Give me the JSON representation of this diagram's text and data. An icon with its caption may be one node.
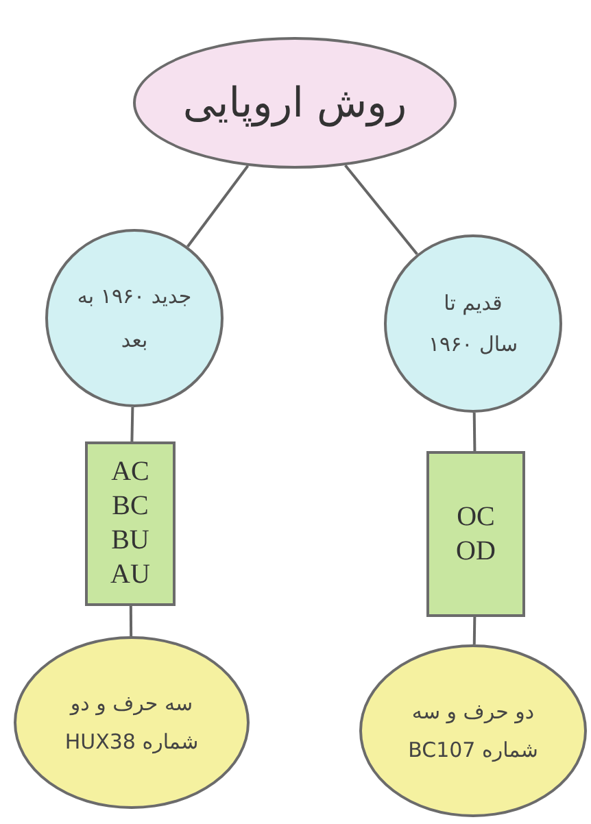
{
  "diagram": {
    "nodes": [
      {
        "text": [
          "روش اروپایی"
        ]
      },
      {
        "text": [
          "جدید ۱۹۶۰ به بعد"
        ]
      },
      {
        "text": [
          "قدیم تا سال ۱۹۶۰"
        ]
      },
      {
        "text": [
          "AC BC BU AU"
        ]
      },
      {
        "text": [
          "OC OD"
        ]
      },
      {
        "text": [
          "سه حرف و دو شماره HUX38"
        ]
      },
      {
        "text": [
          "دو حرف و سه شماره BC107"
        ]
      }
    ],
    "edges": [
      {
        "from": 0,
        "to": 1,
        "arrow": "none"
      },
      {
        "from": 0,
        "to": 2,
        "arrow": "none"
      },
      {
        "from": 1,
        "to": 3,
        "arrow": "none"
      },
      {
        "from": 2,
        "to": 4,
        "arrow": "none"
      },
      {
        "from": 3,
        "to": 5,
        "arrow": "none"
      },
      {
        "from": 4,
        "to": 6,
        "arrow": "none"
      }
    ]
  }
}
